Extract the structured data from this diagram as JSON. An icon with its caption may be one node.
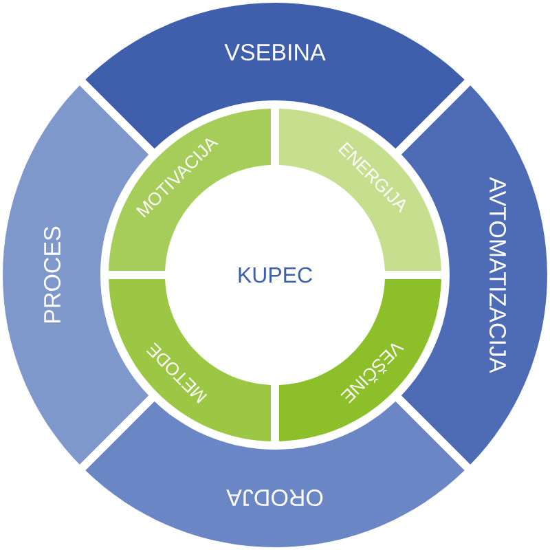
{
  "diagram": {
    "nodes": [
      {
        "text": [
          "VSEBINA"
        ]
      },
      {
        "text": [
          "AVTOMATIZACIJA"
        ]
      },
      {
        "text": [
          "ORODJA"
        ]
      },
      {
        "text": [
          "PROCES"
        ]
      },
      {
        "text": [
          "MOTIVACIJA"
        ]
      },
      {
        "text": [
          "ENERGIJA"
        ]
      },
      {
        "text": [
          "VEŠČINE"
        ]
      },
      {
        "text": [
          "METODE"
        ]
      },
      {
        "text": [
          "KUPEC"
        ]
      }
    ]
  }
}
